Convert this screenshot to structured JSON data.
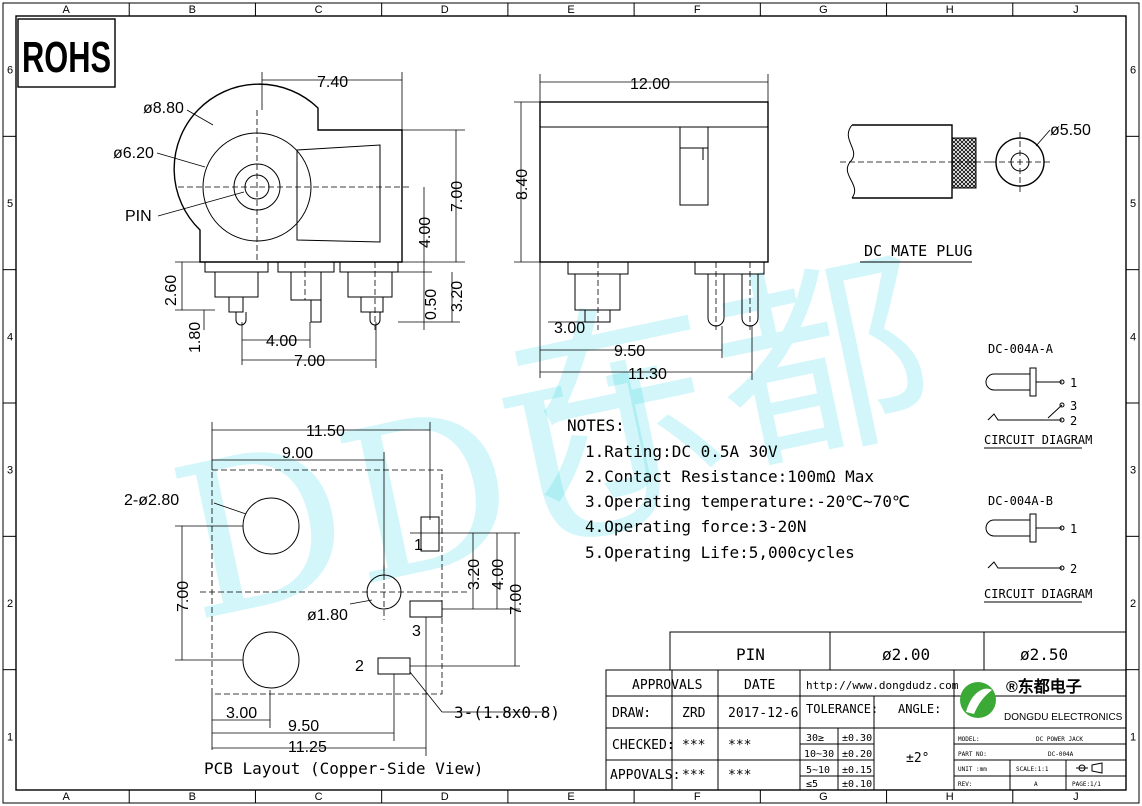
{
  "rohs": "ROHS",
  "border": {
    "cols": [
      "A",
      "B",
      "C",
      "D",
      "E",
      "F",
      "G",
      "H",
      "J"
    ],
    "rows": [
      "6",
      "5",
      "4",
      "3",
      "2",
      "1"
    ]
  },
  "watermark": {
    "latin": "DDU",
    "cjk": "东都"
  },
  "front_view": {
    "d_outer": "ø8.80",
    "d_inner": "ø6.20",
    "pin": "PIN",
    "w_top": "7.40",
    "h_right": "7.00",
    "h_mid": "4.00",
    "h_low": "3.20",
    "h_pin": "0.50",
    "h_left": "2.60",
    "h_leftlow": "1.80",
    "w_bot1": "4.00",
    "w_bot2": "7.00"
  },
  "side_view": {
    "w_top": "12.00",
    "h_left": "8.40",
    "w_pin": "3.00",
    "w_b1": "9.50",
    "w_b2": "11.30"
  },
  "mate_plug": {
    "diameter": "ø5.50",
    "label": "DC MATE PLUG"
  },
  "circuit_a": {
    "title": "DC-004A-A",
    "pins": [
      "1",
      "3",
      "2"
    ],
    "label": "CIRCUIT DIAGRAM"
  },
  "circuit_b": {
    "title": "DC-004A-B",
    "pins": [
      "1",
      "2"
    ],
    "label": "CIRCUIT DIAGRAM"
  },
  "notes": {
    "title": "NOTES:",
    "items": [
      "1.Rating:DC 0.5A 30V",
      "2.Contact Resistance:100mΩ Max",
      "3.Operating temperature:-20℃~70℃",
      "4.Operating force:3-20N",
      "5.Operating Life:5,000cycles"
    ]
  },
  "pcb": {
    "w_top1": "11.50",
    "w_top2": "9.00",
    "holes": "2-ø2.80",
    "h_left": "7.00",
    "center_hole": "ø1.80",
    "h_r1": "3.20",
    "h_r2": "4.00",
    "h_r3": "7.00",
    "pin1": "1",
    "pin2": "2",
    "pin3": "3",
    "slot": "3-(1.8x0.8)",
    "w_b1": "3.00",
    "w_b2": "9.50",
    "w_b3": "11.25",
    "title": "PCB Layout (Copper-Side View)"
  },
  "title_block": {
    "pin_header": "PIN",
    "pin_v1": "ø2.00",
    "pin_v2": "ø2.50",
    "approvals": "APPROVALS",
    "date": "DATE",
    "website": "http://www.dongdudz.com",
    "company_cn": "®东都电子",
    "company_en": "DONGDU ELECTRONICS",
    "draw": "DRAW:",
    "draw_name": "ZRD",
    "draw_date": "2017-12-6",
    "checked": "CHECKED:",
    "checked_name": "***",
    "checked_date": "***",
    "appovals": "APPOVALS:",
    "appovals_name": "***",
    "appovals_date": "***",
    "tolerance": "TOLERANCE:",
    "angle": "ANGLE:",
    "angle_value": "±2°",
    "tol_rows": [
      {
        "range": "30≥",
        "value": "±0.30"
      },
      {
        "range": "10~30",
        "value": "±0.20"
      },
      {
        "range": "5~10",
        "value": "±0.15"
      },
      {
        "range": "≤5",
        "value": "±0.10"
      }
    ],
    "model_label": "MODEL:",
    "model_value": "DC POWER JACK",
    "partno_label": "PART NO:",
    "partno_value": "DC-004A",
    "unit_label": "UNIT :mm",
    "scale_label": "SCALE:1:1",
    "rev_label": "REV:",
    "rev_value": "A",
    "page_label": "PAGE:1/1"
  },
  "colors": {
    "watermark": "#35d8e6",
    "logo_green": "#3aa935"
  }
}
